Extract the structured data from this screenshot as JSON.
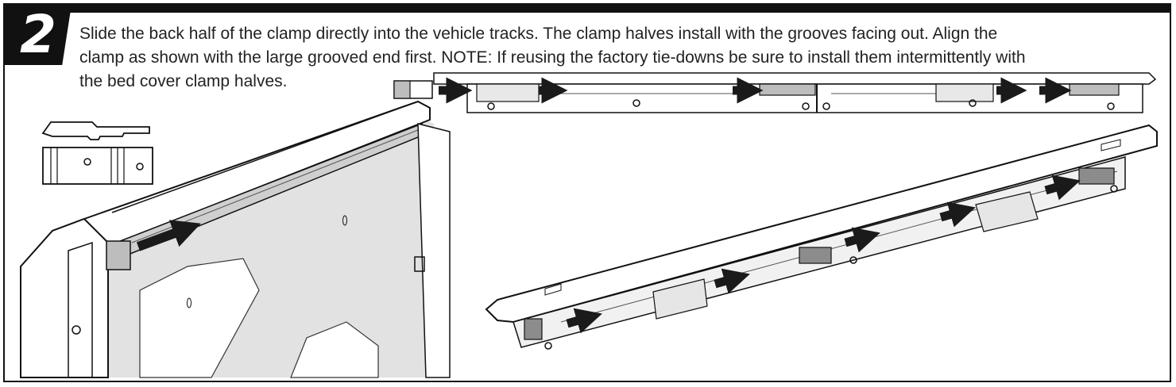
{
  "step": {
    "number": "2"
  },
  "instructions": {
    "line1": "Slide the back half of the clamp directly into the vehicle tracks. The clamp halves install with the grooves facing out. Align the",
    "line2": "clamp as shown with the large grooved end first.  NOTE: If reusing the factory tie-downs be sure to install them intermittently with",
    "line3": "the bed cover clamp halves."
  },
  "colors": {
    "ink": "#111111",
    "bed_gray": "#dcdcdc",
    "part_gray": "#bdbdbd",
    "arrow": "#1a1a1a"
  },
  "icons": [
    "clamp-profile-icon",
    "clamp-face-icon",
    "insert-arrow-icon"
  ]
}
